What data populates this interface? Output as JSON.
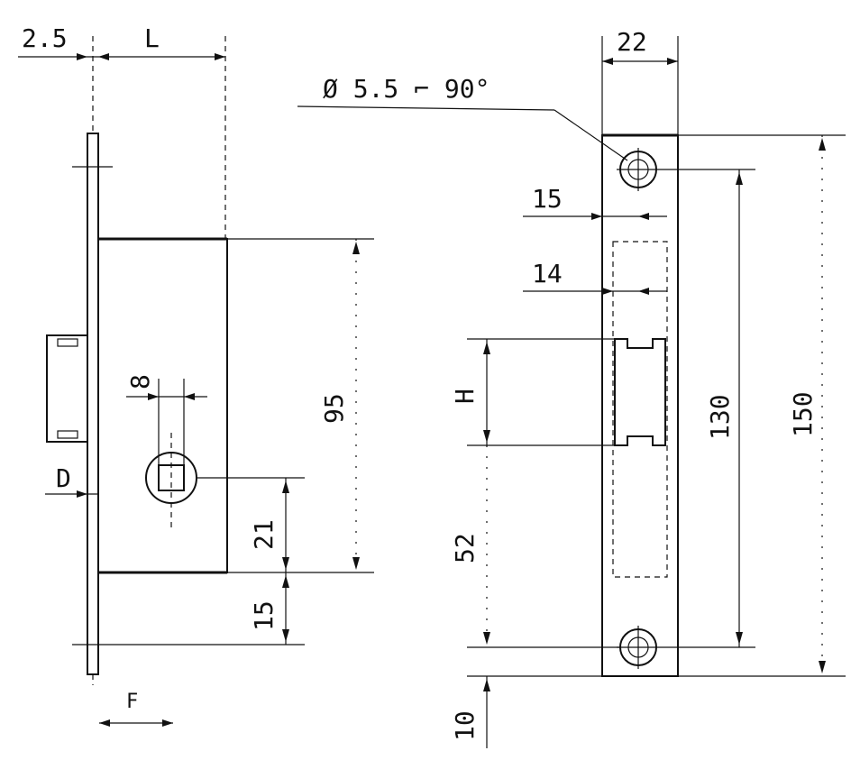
{
  "labels": {
    "backset_offset": "2.5",
    "backset": "L",
    "faceplate_width": "22",
    "hole_spec": "Ø 5.5 ⌐ 90°",
    "hole_to_edge": "15",
    "pocket_width": "14",
    "latch_height": "H",
    "hole_spacing": "130",
    "faceplate_length": "150",
    "case_height": "95",
    "spindle_size": "8",
    "spindle_to_bottom": "21",
    "bottom_margin": "15",
    "faceplate_thickness": "D",
    "latch_offset": "52",
    "faceplate_bottom": "10",
    "faceplate_depth": "F"
  },
  "colors": {
    "ink": "#111111",
    "paper": "#ffffff"
  }
}
